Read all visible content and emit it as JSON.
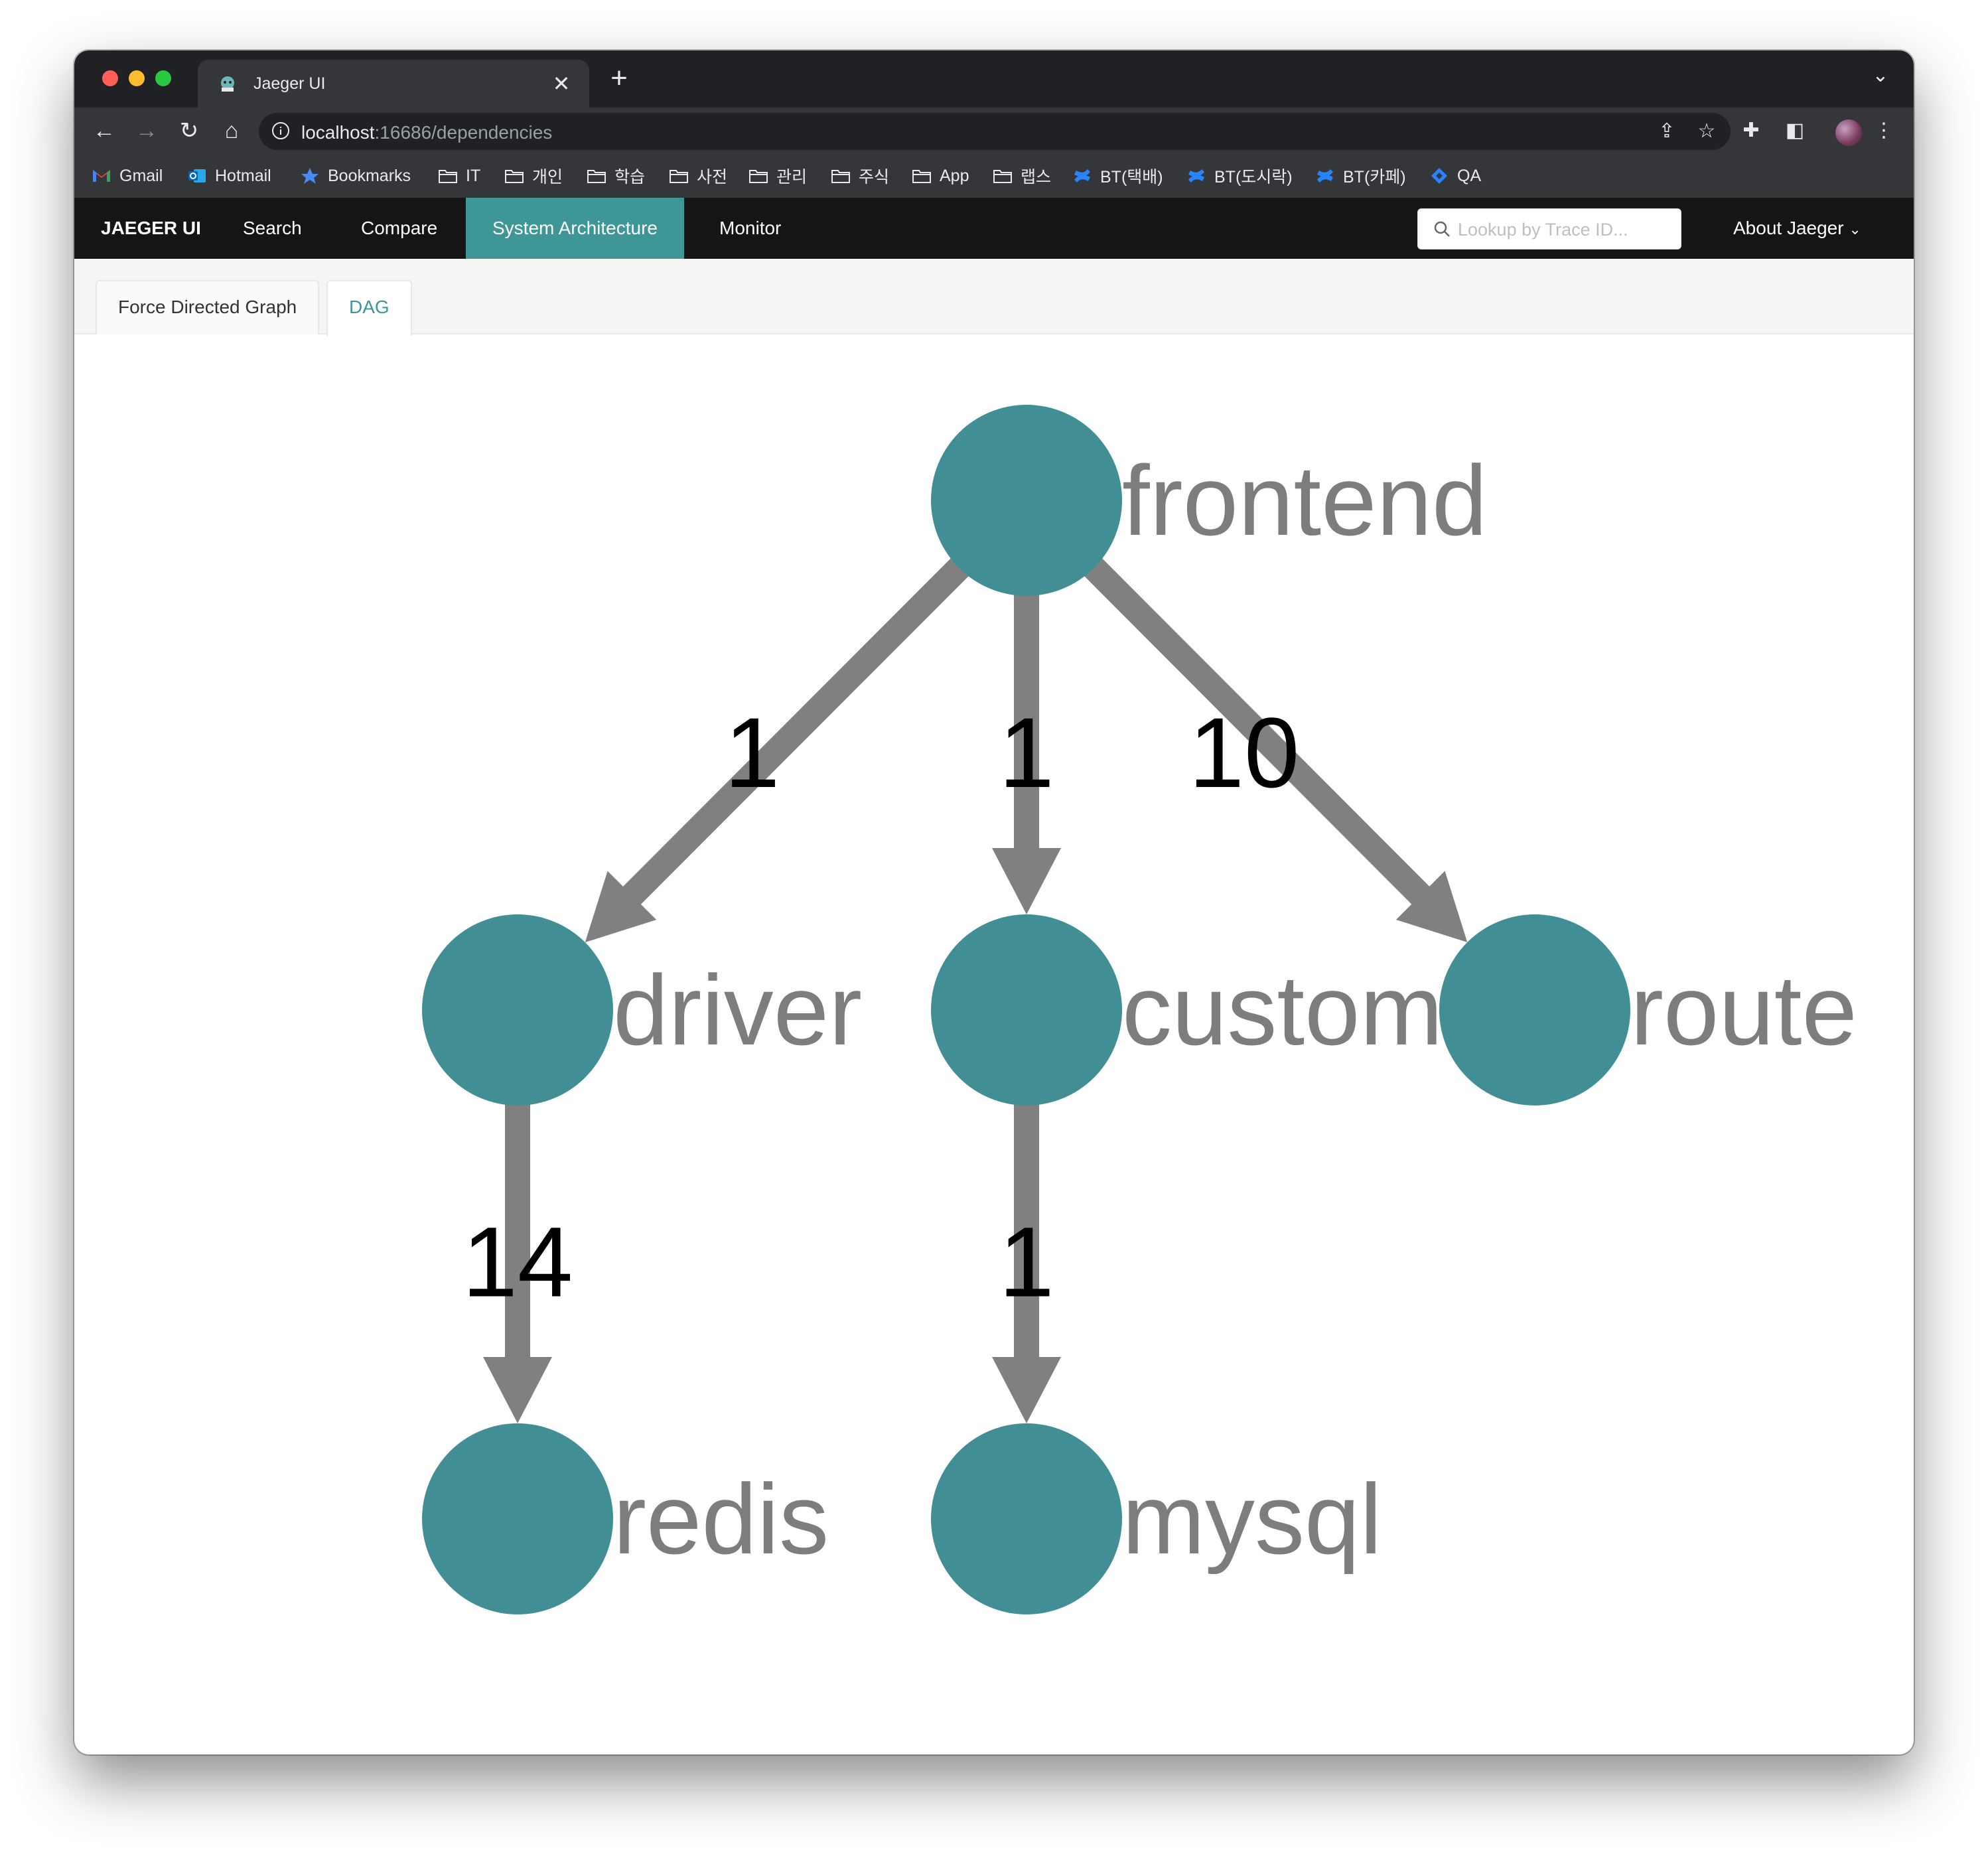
{
  "browser": {
    "tab_title": "Jaeger UI",
    "tab_close_icon": "close-icon",
    "new_tab_icon": "plus-icon",
    "url_host": "localhost",
    "url_path": ":16686/dependencies",
    "bookmarks": [
      {
        "label": "Gmail",
        "icon": "gmail-icon"
      },
      {
        "label": "Hotmail",
        "icon": "outlook-icon"
      },
      {
        "label": "Bookmarks",
        "icon": "star-icon"
      },
      {
        "label": "IT",
        "icon": "folder-icon"
      },
      {
        "label": "개인",
        "icon": "folder-icon"
      },
      {
        "label": "학습",
        "icon": "folder-icon"
      },
      {
        "label": "사전",
        "icon": "folder-icon"
      },
      {
        "label": "관리",
        "icon": "folder-icon"
      },
      {
        "label": "주식",
        "icon": "folder-icon"
      },
      {
        "label": "App",
        "icon": "folder-icon"
      },
      {
        "label": "랩스",
        "icon": "folder-icon"
      },
      {
        "label": "BT(택배)",
        "icon": "confluence-icon"
      },
      {
        "label": "BT(도시락)",
        "icon": "confluence-icon"
      },
      {
        "label": "BT(카페)",
        "icon": "confluence-icon"
      },
      {
        "label": "QA",
        "icon": "jira-icon"
      }
    ]
  },
  "jaeger_nav": {
    "brand": "JAEGER UI",
    "items": [
      "Search",
      "Compare",
      "System Architecture",
      "Monitor"
    ],
    "active": "System Architecture",
    "lookup_placeholder": "Lookup by Trace ID...",
    "about": "About Jaeger"
  },
  "view_tabs": {
    "items": [
      "Force Directed Graph",
      "DAG"
    ],
    "active": "DAG"
  },
  "dag": {
    "node_color": "#418f95",
    "edge_color": "#808080",
    "nodes": [
      "frontend",
      "driver",
      "custom",
      "route",
      "redis",
      "mysql"
    ],
    "edges": [
      {
        "from": "frontend",
        "to": "driver",
        "calls": "1"
      },
      {
        "from": "frontend",
        "to": "custom",
        "calls": "1"
      },
      {
        "from": "frontend",
        "to": "route",
        "calls": "10"
      },
      {
        "from": "driver",
        "to": "redis",
        "calls": "14"
      },
      {
        "from": "custom",
        "to": "mysql",
        "calls": "1"
      }
    ]
  }
}
